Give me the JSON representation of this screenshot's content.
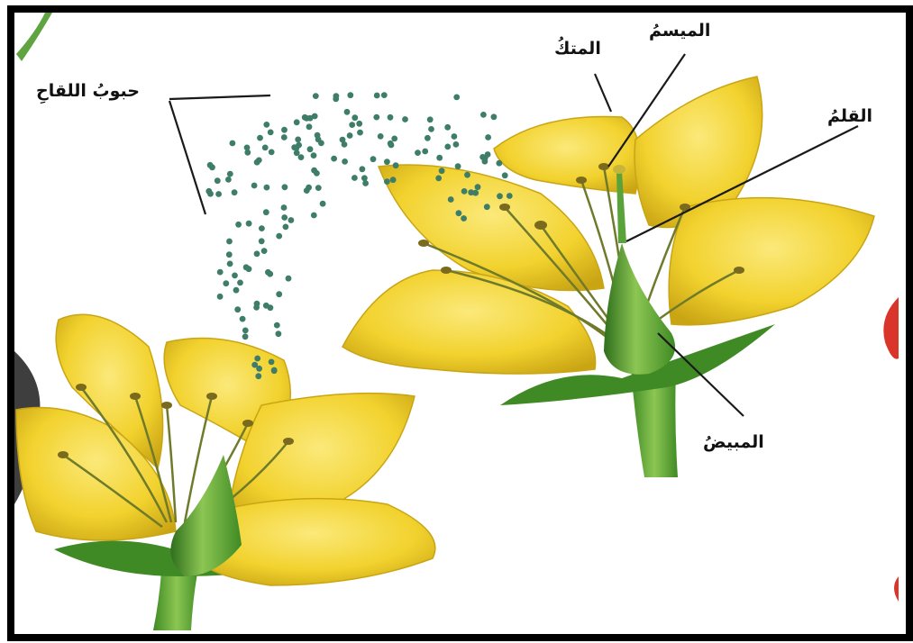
{
  "diagram": {
    "labels": {
      "pollen": "حبوبُ اللقاحِ",
      "anther": "المتكُ",
      "stigma": "الميسمُ",
      "style": "القلمُ",
      "ovary": "المبيضُ"
    },
    "colors": {
      "petal": "#f2d22e",
      "petal_dark": "#c9a514",
      "petal_light": "#fbe97a",
      "green": "#4f9a2e",
      "green_dark": "#2f6e1c",
      "green_light": "#8cc653",
      "pollen": "#3e7d67",
      "line": "#1a1a1a",
      "frame": "#000000",
      "accent_red": "#d9352a"
    }
  }
}
